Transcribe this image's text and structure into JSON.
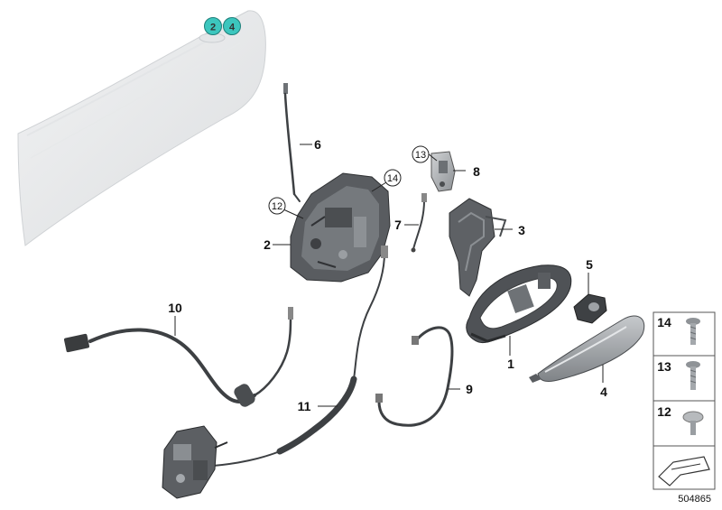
{
  "door_badges": [
    {
      "label": "2",
      "color": "#3cc6be"
    },
    {
      "label": "4",
      "color": "#3cc6be"
    }
  ],
  "callouts": [
    {
      "id": "label-1",
      "label": "1"
    },
    {
      "id": "label-2",
      "label": "2"
    },
    {
      "id": "label-3",
      "label": "3"
    },
    {
      "id": "label-4",
      "label": "4"
    },
    {
      "id": "label-5",
      "label": "5"
    },
    {
      "id": "label-6",
      "label": "6"
    },
    {
      "id": "label-7",
      "label": "7"
    },
    {
      "id": "label-8",
      "label": "8"
    },
    {
      "id": "label-9",
      "label": "9"
    },
    {
      "id": "label-10",
      "label": "10"
    },
    {
      "id": "label-11",
      "label": "11"
    }
  ],
  "circled_callouts": [
    {
      "label": "12"
    },
    {
      "label": "14"
    },
    {
      "label": "13"
    }
  ],
  "legend": [
    {
      "label": "14"
    },
    {
      "label": "13"
    },
    {
      "label": "12"
    }
  ],
  "diagram_number": "504865",
  "icons": {
    "legend_footer": "arrow-icon"
  }
}
